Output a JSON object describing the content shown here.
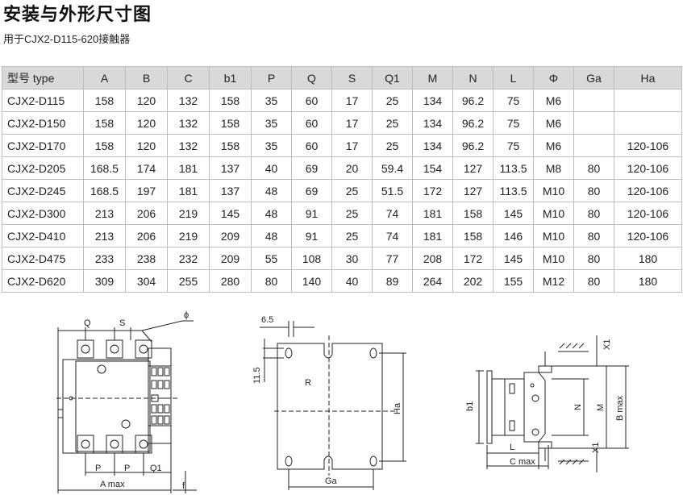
{
  "header": {
    "title": "安装与外形尺寸图",
    "subtitle": "用于CJX2-D115-620接触器"
  },
  "table": {
    "columns": [
      "型号 type",
      "A",
      "B",
      "C",
      "b1",
      "P",
      "Q",
      "S",
      "Q1",
      "M",
      "N",
      "L",
      "Φ",
      "Ga",
      "Ha"
    ],
    "rows": [
      [
        "CJX2-D115",
        "158",
        "120",
        "132",
        "158",
        "35",
        "60",
        "17",
        "25",
        "134",
        "96.2",
        "75",
        "M6",
        "",
        ""
      ],
      [
        "CJX2-D150",
        "158",
        "120",
        "132",
        "158",
        "35",
        "60",
        "17",
        "25",
        "134",
        "96.2",
        "75",
        "M6",
        "",
        ""
      ],
      [
        "CJX2-D170",
        "158",
        "120",
        "132",
        "158",
        "35",
        "60",
        "17",
        "25",
        "134",
        "96.2",
        "75",
        "M6",
        "",
        "120-106"
      ],
      [
        "CJX2-D205",
        "168.5",
        "174",
        "181",
        "137",
        "40",
        "69",
        "20",
        "59.4",
        "154",
        "127",
        "113.5",
        "M8",
        "80",
        "120-106"
      ],
      [
        "CJX2-D245",
        "168.5",
        "197",
        "181",
        "137",
        "48",
        "69",
        "25",
        "51.5",
        "172",
        "127",
        "113.5",
        "M10",
        "80",
        "120-106"
      ],
      [
        "CJX2-D300",
        "213",
        "206",
        "219",
        "145",
        "48",
        "91",
        "25",
        "74",
        "181",
        "158",
        "145",
        "M10",
        "80",
        "120-106"
      ],
      [
        "CJX2-D410",
        "213",
        "206",
        "219",
        "209",
        "48",
        "91",
        "25",
        "74",
        "181",
        "158",
        "146",
        "M10",
        "80",
        "120-106"
      ],
      [
        "CJX2-D475",
        "233",
        "238",
        "232",
        "209",
        "55",
        "108",
        "30",
        "77",
        "208",
        "172",
        "145",
        "M10",
        "80",
        "180"
      ],
      [
        "CJX2-D620",
        "309",
        "304",
        "255",
        "280",
        "80",
        "140",
        "40",
        "89",
        "264",
        "202",
        "155",
        "M12",
        "80",
        "180"
      ]
    ]
  },
  "drawing_front": {
    "label_q": "Q",
    "label_s": "S",
    "label_phi": "ϕ",
    "label_p1": "P",
    "label_p2": "P",
    "label_q1": "Q1",
    "label_amax": "A max",
    "label_f": "f"
  },
  "drawing_mount": {
    "label_65": "6.5",
    "label_115": "11.5",
    "label_r": "R",
    "label_ha": "Ha",
    "label_ga": "Ga"
  },
  "drawing_side": {
    "label_x1_top": "X1",
    "label_x1_bottom": "X1",
    "label_b1": "b1",
    "label_n": "N",
    "label_m": "M",
    "label_bmax": "B max",
    "label_l": "L",
    "label_cmax": "C max"
  }
}
